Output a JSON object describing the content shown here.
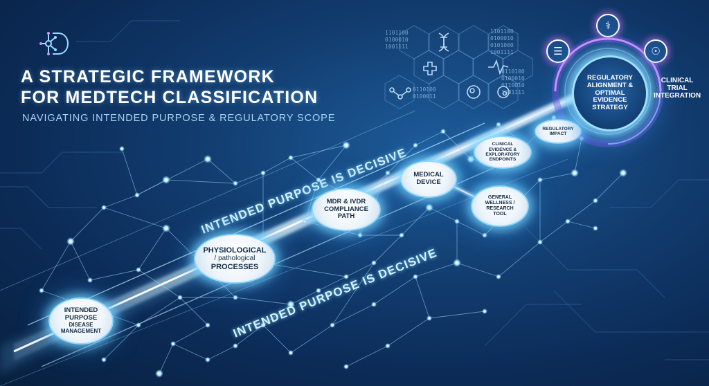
{
  "header": {
    "title_line1": "A STRATEGIC FRAMEWORK",
    "title_line2": "FOR MEDTECH CLASSIFICATION",
    "subtitle": "NAVIGATING INTENDED PURPOSE & REGULATORY SCOPE"
  },
  "banners": {
    "upper": "INTENDED PURPOSE IS DECISIVE",
    "lower": "INTENDED PURPOSE IS DECISIVE"
  },
  "nodes": {
    "intended_purpose": {
      "line1": "INTENDED",
      "line2": "PURPOSE",
      "line3": "DISEASE",
      "line4": "MANAGEMENT"
    },
    "physiological": {
      "line1": "PHYSIOLOGICAL",
      "line2": "/ pathological",
      "line3": "PROCESSES"
    },
    "compliance": {
      "line1": "MDR & IVDR",
      "line2": "COMPLIANCE",
      "line3": "PATH"
    },
    "medical_device": {
      "line1": "MEDICAL",
      "line2": "DEVICE"
    },
    "wellness": {
      "line1": "GENERAL",
      "line2": "WELLNESS /",
      "line3": "RESEARCH",
      "line4": "TOOL"
    },
    "clinical_evidence": {
      "line1": "CLINICAL",
      "line2": "EVIDENCE &",
      "line3": "EXPLORATORY",
      "line4": "ENDPOINTS"
    },
    "regulatory_impact": {
      "line1": "REGULATORY",
      "line2": "IMPACT"
    }
  },
  "hub": {
    "line1": "REGULATORY",
    "line2": "ALIGNMENT &",
    "line3": "OPTIMAL",
    "line4": "EVIDENCE",
    "line5": "STRATEGY"
  },
  "clinical_trial": {
    "line1": "CLINICAL",
    "line2": "TRIAL",
    "line3": "INTEGRATION"
  },
  "binary_text": {
    "top": [
      "1101100",
      "0100010",
      "0101000",
      "1001111"
    ],
    "top_left": [
      "1101100",
      "0100010",
      "1001111"
    ],
    "mid": [
      "0110100",
      "0100010",
      "0110010",
      "1001111"
    ],
    "mid_left": [
      "0110100",
      "0100011"
    ]
  },
  "icons": {
    "satellites": [
      "clipboard-icon",
      "stethoscope-icon",
      "connected-nodes-icon"
    ],
    "hexagons": [
      "dna-icon",
      "heartbeat-icon",
      "medical-cross-icon",
      "molecule-icon",
      "cell-icon"
    ]
  },
  "colors": {
    "background": "#0b2a55",
    "glow": "#8fd7ff",
    "node_fill": "#eef5fb",
    "accent_pink": "#d58bff"
  }
}
